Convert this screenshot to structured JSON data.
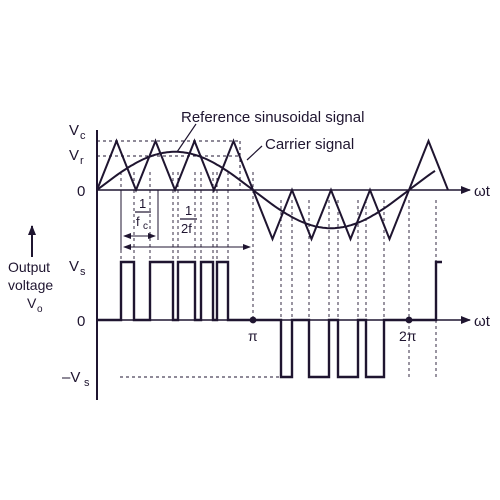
{
  "colors": {
    "ink": "#1f1530",
    "background": "#ffffff"
  },
  "labels": {
    "reference": "Reference sinusoidal signal",
    "carrier": "Carrier signal",
    "vc": "V",
    "vc_sub": "c",
    "vr": "V",
    "vr_sub": "r",
    "zero_top": "0",
    "wt_top": "ωt",
    "one_a": "1",
    "fc": "f",
    "fc_sub": "c",
    "one_b": "1",
    "two_f": "2f",
    "output_l1": "Output",
    "output_l2": "voltage",
    "output_l3": "V",
    "output_l3_sub": "o",
    "vs": "V",
    "vs_sub": "s",
    "zero_bottom": "0",
    "pi": "π",
    "two_pi": "2π",
    "wt_bottom": "ωt",
    "neg_vs": "–V",
    "neg_vs_sub": "s"
  }
}
